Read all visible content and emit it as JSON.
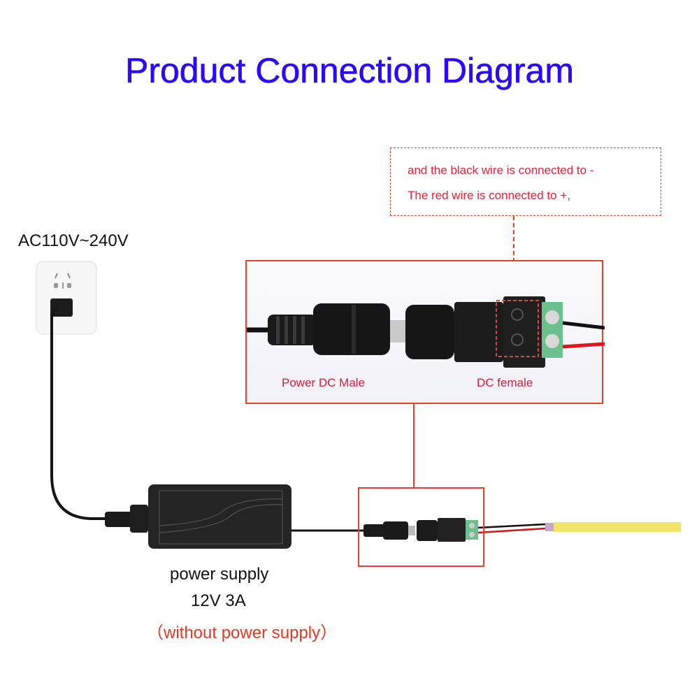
{
  "title": "Product Connection Diagram",
  "note": {
    "line1": "and the black wire is connected to -",
    "line2": "The red wire is connected to +,"
  },
  "outlet": {
    "label": "AC110V~240V"
  },
  "detail": {
    "male_label": "Power DC Male",
    "female_label": "DC female"
  },
  "power_supply": {
    "label": "power supply",
    "spec": "12V 3A",
    "note": "（without power supply）"
  },
  "colors": {
    "title": "#2a0aff",
    "annotation_red": "#e0462f",
    "label_red": "#d4203a",
    "led_strip": "#f2e36a",
    "terminal_green": "#6cc08d"
  }
}
